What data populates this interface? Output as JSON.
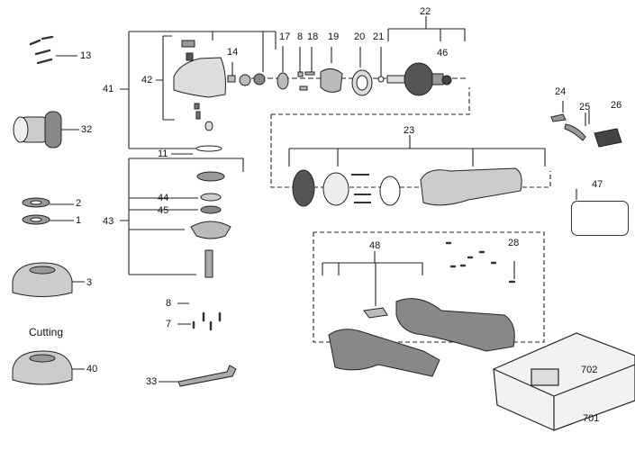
{
  "diagram": {
    "title": "",
    "labels": {
      "p1": "1",
      "p2": "2",
      "p3": "3",
      "p7": "7",
      "p8a": "8",
      "p8b": "8",
      "p11": "11",
      "p13": "13",
      "p14": "14",
      "p17": "17",
      "p18": "18",
      "p19": "19",
      "p20": "20",
      "p21": "21",
      "p22": "22",
      "p23": "23",
      "p24": "24",
      "p25": "25",
      "p26": "26",
      "p28": "28",
      "p32": "32",
      "p33": "33",
      "p40": "40",
      "p41": "41",
      "p42": "42",
      "p43": "43",
      "p44": "44",
      "p45": "45",
      "p46": "46",
      "p47": "47",
      "p48": "48",
      "p701": "701",
      "p702": "702",
      "cutting": "Cutting"
    }
  }
}
